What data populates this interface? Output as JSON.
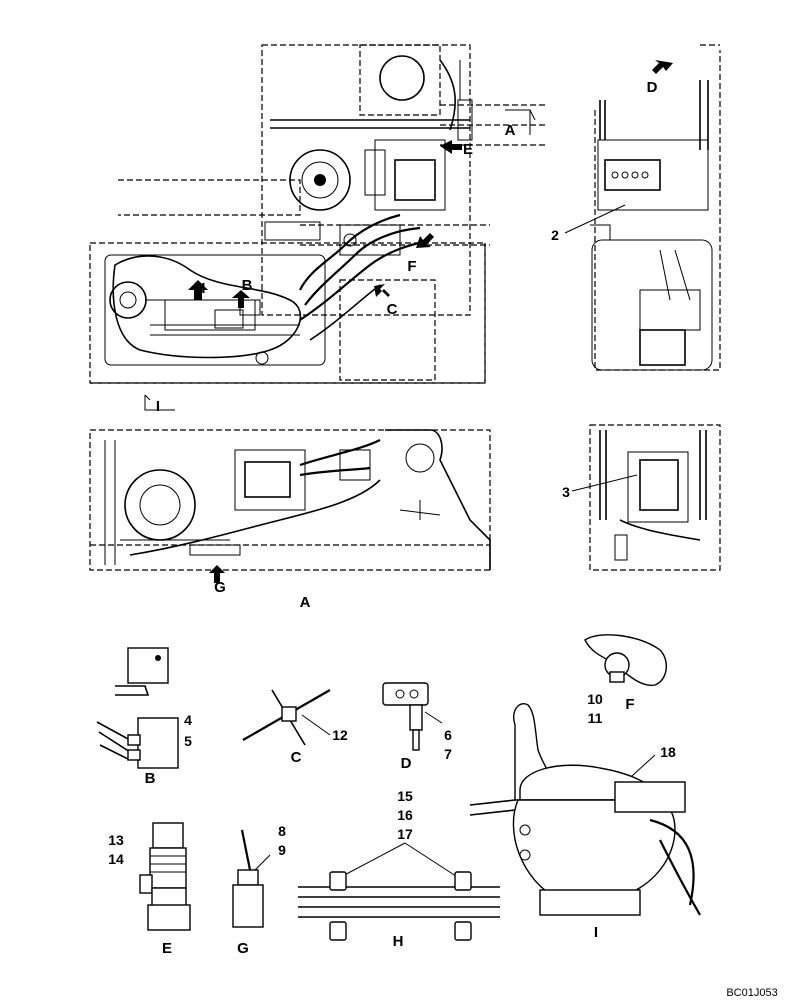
{
  "labels": {
    "arrow_H": "H",
    "arrow_B": "B",
    "arrow_C": "C",
    "arrow_E": "E",
    "arrow_F": "F",
    "arrow_D": "D",
    "arrow_G": "G",
    "section_A": "A",
    "section_I": "I"
  },
  "callouts": {
    "n2": "2",
    "n3": "3",
    "n4": "4",
    "n5": "5",
    "n6": "6",
    "n7": "7",
    "n8": "8",
    "n9": "9",
    "n10": "10",
    "n11": "11",
    "n12": "12",
    "n13": "13",
    "n14": "14",
    "n15": "15",
    "n16": "16",
    "n17": "17",
    "n18": "18"
  },
  "captions": {
    "view_A": "A",
    "detail_B": "B",
    "detail_C": "C",
    "detail_D": "D",
    "detail_E": "E",
    "detail_F": "F",
    "detail_G": "G",
    "detail_H": "H",
    "detail_I": "I"
  },
  "drawing_code": "BC01J053"
}
